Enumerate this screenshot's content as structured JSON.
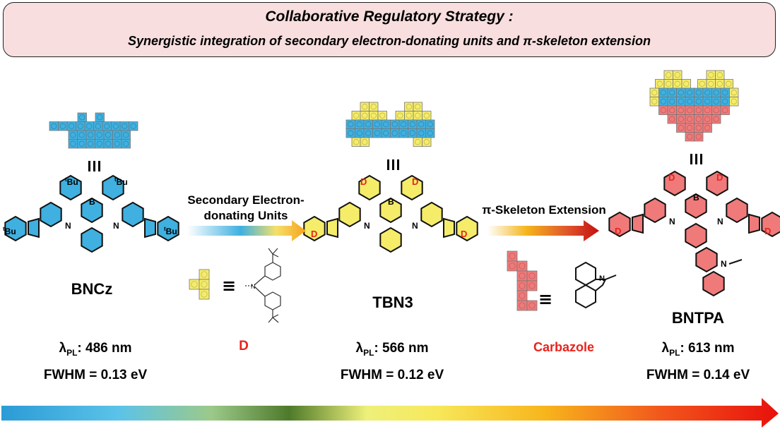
{
  "banner": {
    "title": "Collaborative Regulatory Strategy :",
    "subtitle": "Synergistic integration of  secondary electron-donating units and π-skeleton extension"
  },
  "equiv_symbol": "≡",
  "molecules": [
    {
      "name": "BNCz",
      "lambda_value": "486 nm",
      "fwhm": "FWHM = 0.13 eV",
      "color": "#3fb0e0",
      "substituent": "tBu"
    },
    {
      "name": "TBN3",
      "lambda_value": "566 nm",
      "fwhm": "FWHM = 0.12 eV",
      "color": "#f5ec6a",
      "substituent": "D"
    },
    {
      "name": "BNTPA",
      "lambda_value": "613 nm",
      "fwhm": "FWHM = 0.14 eV",
      "color": "#f07a7a",
      "substituent": "D"
    }
  ],
  "lambda_symbol": "λ",
  "lambda_sub": "PL",
  "atoms": {
    "boron": "B",
    "nitrogen": "N",
    "tBu_sup": "t",
    "tBu_main": "Bu",
    "donor": "D"
  },
  "steps": [
    {
      "label_line1": "Secondary Electron-",
      "label_line2": "donating Units",
      "unit_name": "D"
    },
    {
      "label": "π-Skeleton Extension",
      "unit_name": "Carbazole"
    }
  ],
  "colors": {
    "blue": "#3fb0e0",
    "yellow": "#f5ec6a",
    "red": "#f07a7a",
    "accent_red": "#e8231c",
    "banner_bg": "#f8dede"
  }
}
